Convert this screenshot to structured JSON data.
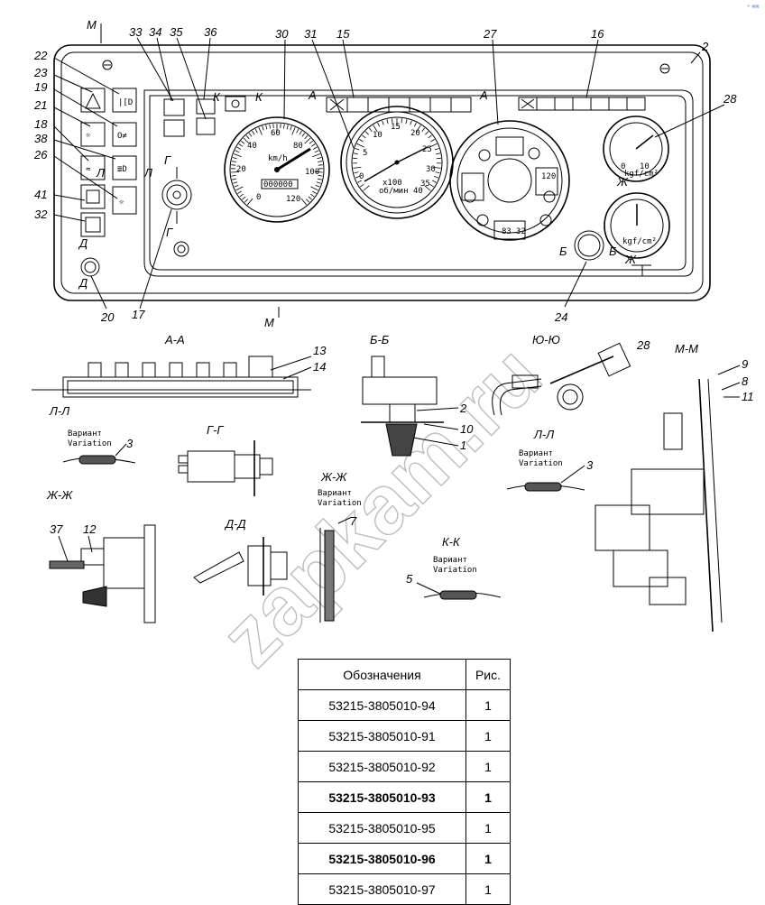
{
  "callouts": {
    "n22": "22",
    "n23": "23",
    "n19": "19",
    "n21": "21",
    "n18": "18",
    "n38": "38",
    "n26": "26",
    "n41": "41",
    "n32": "32",
    "n33": "33",
    "n34": "34",
    "n35": "35",
    "n36": "36",
    "n30": "30",
    "n31": "31",
    "n15": "15",
    "n27": "27",
    "n16": "16",
    "n2": "2",
    "n28": "28",
    "n17": "17",
    "n20": "20",
    "n24": "24",
    "n13": "13",
    "n14": "14",
    "n3a": "3",
    "n10": "10",
    "n1": "1",
    "n2b": "2",
    "n28b": "28",
    "n9": "9",
    "n8": "8",
    "n11": "11",
    "n3b": "3",
    "n7": "7",
    "n37": "37",
    "n12": "12",
    "n5": "5"
  },
  "section_marks": {
    "m_top": "М",
    "m_bot": "М",
    "k": "К",
    "k2": "К",
    "a1": "А",
    "a2": "А",
    "g1": "Г",
    "g2": "Г",
    "l1": "Л",
    "l2": "Л",
    "d1": "Д",
    "d2": "Д",
    "b1": "Б",
    "b2": "Б",
    "zh1": "Ж",
    "zh2": "Ж"
  },
  "section_titles": {
    "aa": "А-А",
    "bb": "Б-Б",
    "yuyu": "Ю-Ю",
    "mm": "М-М",
    "ll1": "Л-Л",
    "gg": "Г-Г",
    "ll2": "Л-Л",
    "zhzh1": "Ж-Ж",
    "zhzh2": "Ж-Ж",
    "dd": "Д-Д",
    "kk": "К-К"
  },
  "variant": {
    "ru": "Вариант",
    "en": "Variation"
  },
  "gauge_text": {
    "speedo_unit": "km/h",
    "s20": "20",
    "s40": "40",
    "s60": "60",
    "s80": "80",
    "s100": "100",
    "s120": "120",
    "s0": "0",
    "odo": "000000",
    "t0": "0",
    "t5": "5",
    "t10": "10",
    "t15": "15",
    "t20": "20",
    "t25": "25",
    "t30": "30",
    "t35": "35",
    "t40": "40",
    "tacho_mult": "x100",
    "tacho_unit": "об/мин",
    "p0": "0",
    "p10": "10",
    "p_unit": "kgf/cm²",
    "c120": "120",
    "c83": "83",
    "c32": "32"
  },
  "table": {
    "header": {
      "code": "Обозначения",
      "fig": "Рис."
    },
    "rows": [
      {
        "code": "53215-3805010-94",
        "fig": "1",
        "bold": false
      },
      {
        "code": "53215-3805010-91",
        "fig": "1",
        "bold": false
      },
      {
        "code": "53215-3805010-92",
        "fig": "1",
        "bold": false
      },
      {
        "code": "53215-3805010-93",
        "fig": "1",
        "bold": true
      },
      {
        "code": "53215-3805010-95",
        "fig": "1",
        "bold": false
      },
      {
        "code": "53215-3805010-96",
        "fig": "1",
        "bold": true
      },
      {
        "code": "53215-3805010-97",
        "fig": "1",
        "bold": false
      }
    ]
  },
  "watermark": "zapkam.ru",
  "colors": {
    "line": "#000000",
    "watermark": "#bdbdbd",
    "corner_mark": "#1a3fbf"
  }
}
